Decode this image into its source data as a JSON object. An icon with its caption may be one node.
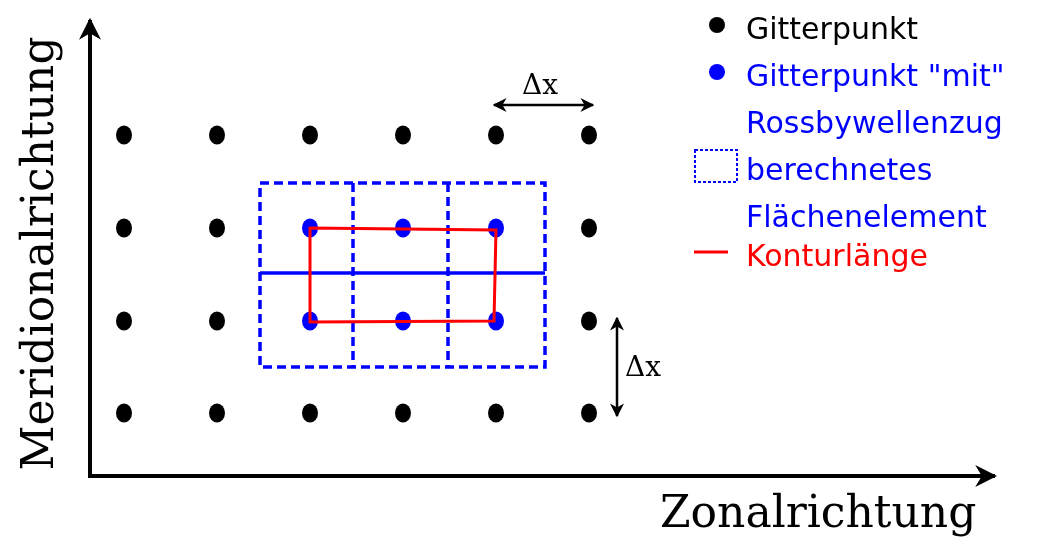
{
  "diagram": {
    "labels": [
      "Meridionalrichtung",
      "Zonalrichtung",
      "Δx",
      "Δx"
    ],
    "legend": [
      {
        "text": "Gitterpunkt",
        "color": "#000000"
      },
      {
        "text": "Gitterpunkt \"mit\" Rossbywellenzug",
        "color": "#0000ff"
      },
      {
        "text": "berechnetes Flächenelement"
      },
      {
        "text": "Konturlänge"
      }
    ]
  }
}
